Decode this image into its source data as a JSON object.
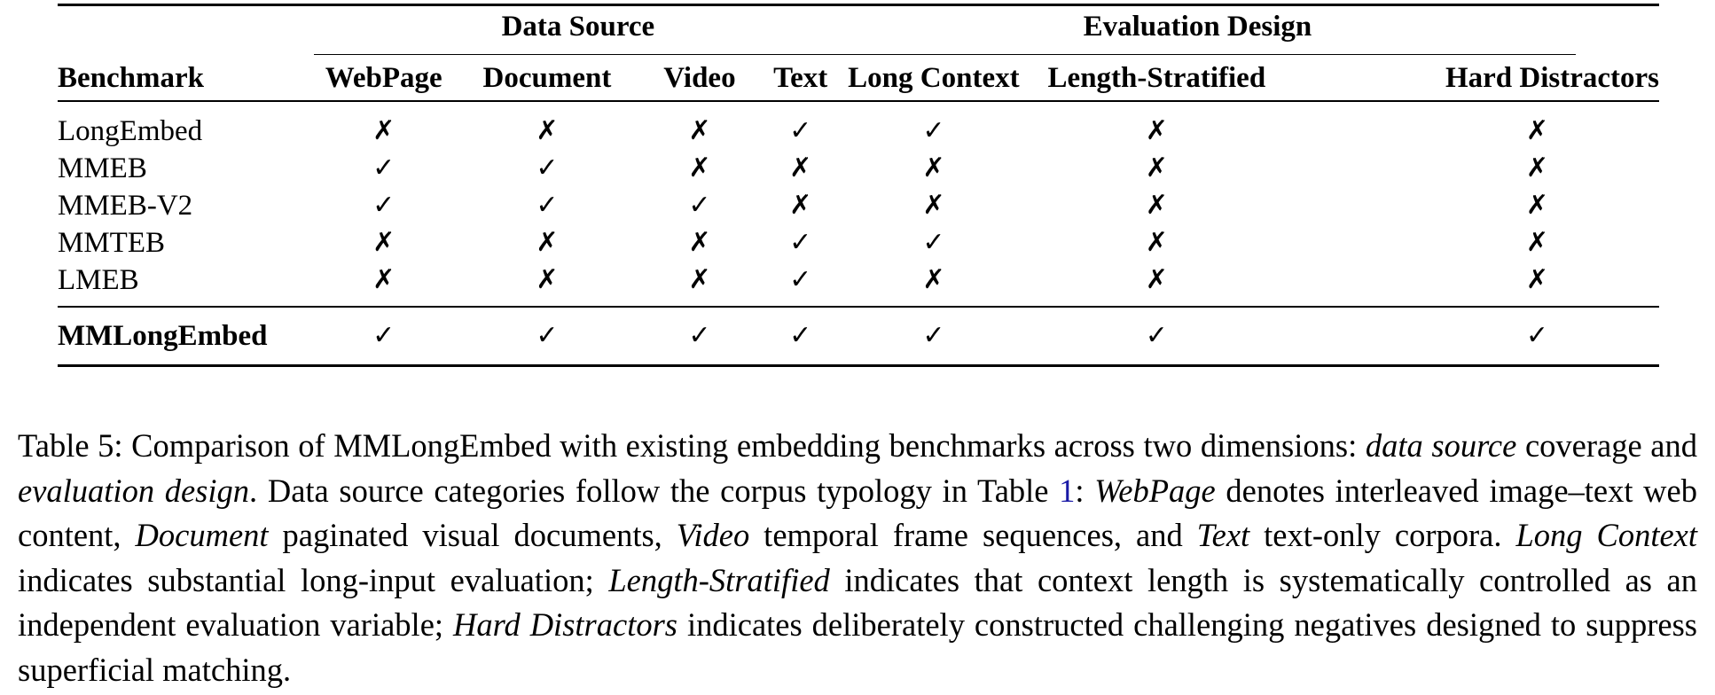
{
  "table": {
    "group_headers": {
      "data_source": "Data Source",
      "evaluation_design": "Evaluation Design"
    },
    "columns": {
      "benchmark": "Benchmark",
      "webpage": "WebPage",
      "document": "Document",
      "video": "Video",
      "text": "Text",
      "long_context": "Long Context",
      "length_stratified": "Length-Stratified",
      "hard_distractors": "Hard Distractors"
    },
    "marks": {
      "yes": "✓",
      "no": "✗"
    },
    "rows": [
      {
        "name": "LongEmbed",
        "cells": [
          "✗",
          "✗",
          "✗",
          "✓",
          "✓",
          "✗",
          "✗"
        ]
      },
      {
        "name": "MMEB",
        "cells": [
          "✓",
          "✓",
          "✗",
          "✗",
          "✗",
          "✗",
          "✗"
        ]
      },
      {
        "name": "MMEB-V2",
        "cells": [
          "✓",
          "✓",
          "✓",
          "✗",
          "✗",
          "✗",
          "✗"
        ]
      },
      {
        "name": "MMTEB",
        "cells": [
          "✗",
          "✗",
          "✗",
          "✓",
          "✓",
          "✗",
          "✗"
        ]
      },
      {
        "name": "LMEB",
        "cells": [
          "✗",
          "✗",
          "✗",
          "✓",
          "✗",
          "✗",
          "✗"
        ]
      }
    ],
    "highlight_row": {
      "name": "MMLongEmbed",
      "cells": [
        "✓",
        "✓",
        "✓",
        "✓",
        "✓",
        "✓",
        "✓"
      ]
    }
  },
  "caption": {
    "p1": "Table 5: Comparison of MMLongEmbed with existing embedding benchmarks across two dimensions: ",
    "i1": "data source",
    "p2": " coverage and ",
    "i2": "evaluation design",
    "p3": ". Data source categories follow the corpus typology in Table ",
    "ref": "1",
    "p4": ": ",
    "i3": "WebPage",
    "p5": " denotes interleaved image–text web content, ",
    "i4": "Document",
    "p6": " paginated visual documents, ",
    "i5": "Video",
    "p7": " temporal frame sequences, and ",
    "i6": "Text",
    "p8": " text-only corpora. ",
    "i7": "Long Context",
    "p9": " indicates substantial long-input evaluation; ",
    "i8": "Length-Stratified",
    "p10": " indicates that context length is systematically controlled as an independent evaluation variable; ",
    "i9": "Hard Distractors",
    "p11": " indicates deliberately constructed challenging negatives designed to suppress superficial matching."
  }
}
